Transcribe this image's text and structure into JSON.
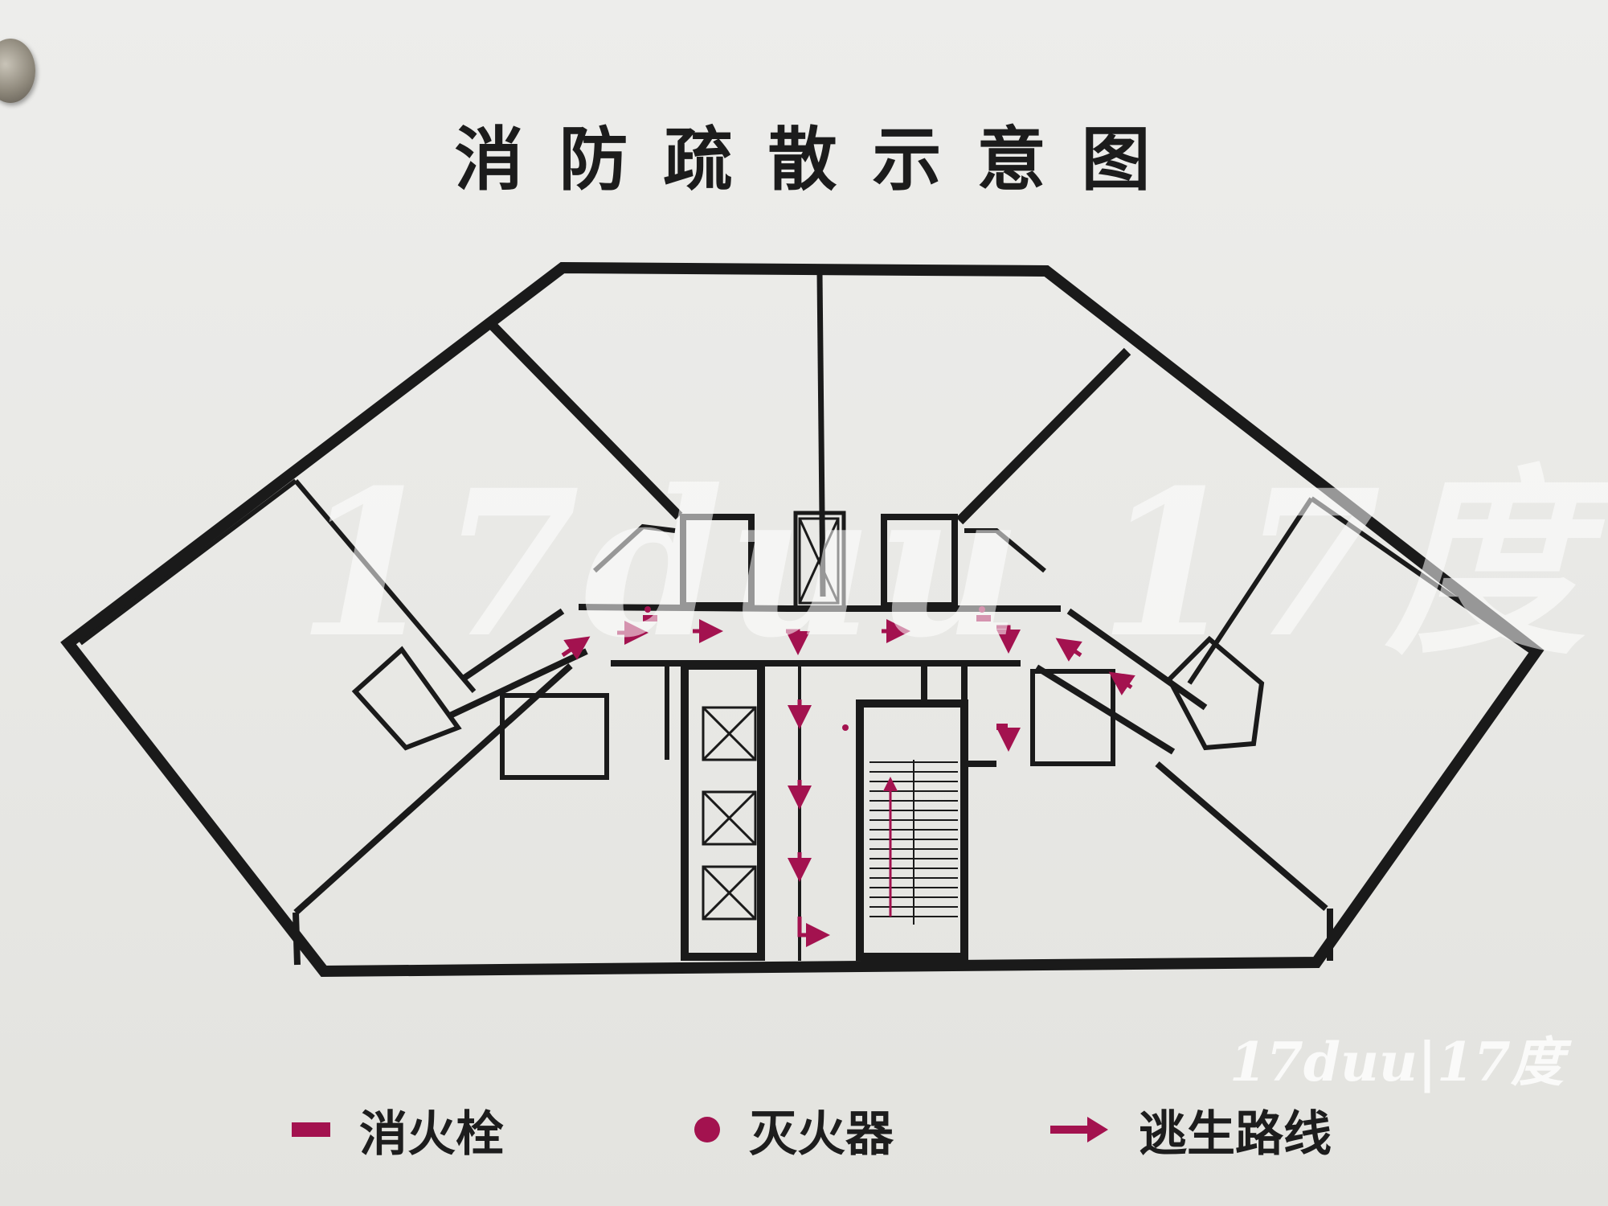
{
  "title": "消防疏散示意图",
  "legend": {
    "hydrant": "消火栓",
    "extinguisher": "灭火器",
    "route": "逃生路线"
  },
  "watermark": {
    "large": "17duu 17度",
    "small": "17duu|17度"
  },
  "colors": {
    "wall": "#1a1a1a",
    "route": "#a3124f",
    "board": "#ebebe8"
  },
  "icons": [
    "hydrant-icon",
    "extinguisher-icon",
    "escape-arrow-icon",
    "elevator-icon",
    "stair-icon"
  ]
}
